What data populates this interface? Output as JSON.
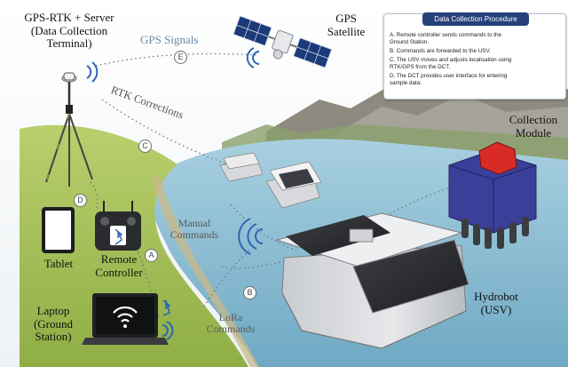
{
  "labels": {
    "gps_rtk_server": [
      "GPS-RTK + Server",
      "(Data Collection",
      "Terminal)"
    ],
    "gps_satellite": [
      "GPS",
      "Satellite"
    ],
    "gps_signals": "GPS Signals",
    "rtk_corrections": "RTK Corrections",
    "manual_commands": [
      "Manual",
      "Commands"
    ],
    "lora_commands": [
      "LoRa",
      "Commands"
    ],
    "tablet": "Tablet",
    "remote_controller": [
      "Remote",
      "Controller"
    ],
    "laptop": [
      "Laptop",
      "(Ground",
      "Station)"
    ],
    "hydrobot": [
      "Hydrobot",
      "(USV)"
    ],
    "collection_module": [
      "Collection",
      "Module"
    ]
  },
  "steps": {
    "a": "A",
    "b": "B",
    "c": "C",
    "d": "D",
    "e": "E"
  },
  "procedure": {
    "title": "Data Collection Procedure",
    "lines": [
      "A. Remote controller sends commands to the",
      "Ground Station.",
      "B. Commands are forwarded to the USV.",
      "C. The USV moves and adjusts localisation using",
      "RTK/GPS from the DCT.",
      "D. The DCT provides user interface for entering",
      "sample data."
    ]
  },
  "colors": {
    "procedure_header": "#26407a",
    "signal_blue": "#2f66b3",
    "water": "#8fc3d8",
    "grass": "#a9c25a",
    "mountain": "#8f8a80",
    "satellite_panel": "#1b3a7a",
    "module_frame": "#3a3f9a",
    "module_top": "#d92b26",
    "hull": "#d7d9dc"
  },
  "icons": [
    "satellite-icon",
    "gps-tripod-icon",
    "tablet-icon",
    "remote-controller-icon",
    "laptop-icon",
    "wifi-icon",
    "bluetooth-icon",
    "radio-wave-icon",
    "usv-hydrobot-icon",
    "collection-module-icon"
  ]
}
